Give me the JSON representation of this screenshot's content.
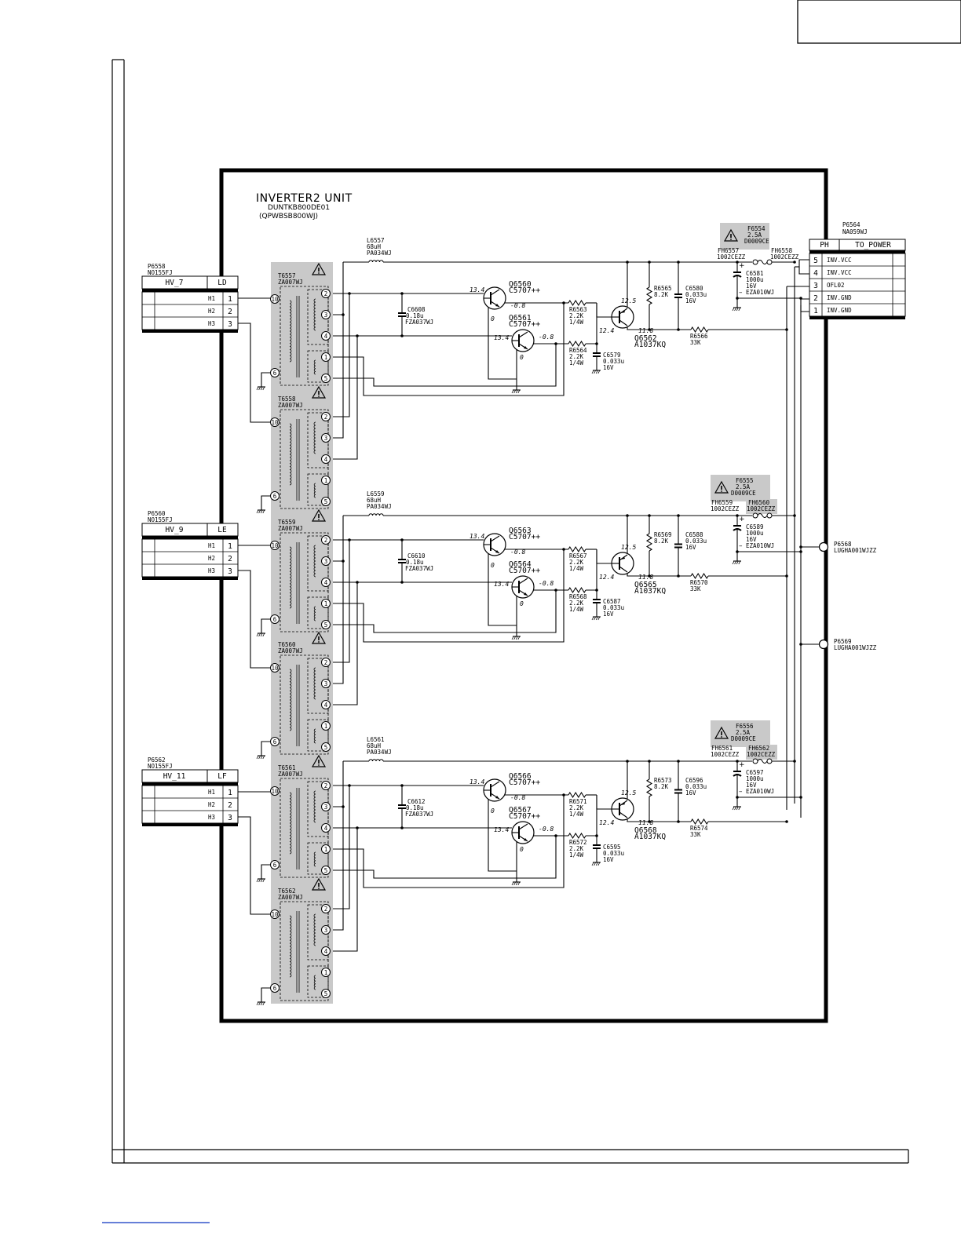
{
  "title": "INVERTER2 UNIT",
  "subtitle1": "DUNTKB800DE01",
  "subtitle2": "(QPWBSB800WJ)",
  "top_connector": {
    "ref": "P6564",
    "part": "NA059WJ",
    "col_a": "PH",
    "col_b": "TO_POWER",
    "pins": [
      {
        "num": "5",
        "label": "INV.VCC"
      },
      {
        "num": "4",
        "label": "INV.VCC"
      },
      {
        "num": "3",
        "label": "OFL02"
      },
      {
        "num": "2",
        "label": "INV.GND"
      },
      {
        "num": "1",
        "label": "INV.GND"
      }
    ]
  },
  "input_connectors": [
    {
      "ref": "P6558",
      "part": "NO155FJ",
      "hv": "HV_7",
      "code": "LD",
      "pins": [
        {
          "name": "H1",
          "num": "1"
        },
        {
          "name": "H2",
          "num": "2"
        },
        {
          "name": "H3",
          "num": "3"
        }
      ]
    },
    {
      "ref": "P6560",
      "part": "NO155FJ",
      "hv": "HV_9",
      "code": "LE",
      "pins": [
        {
          "name": "H1",
          "num": "1"
        },
        {
          "name": "H2",
          "num": "2"
        },
        {
          "name": "H3",
          "num": "3"
        }
      ]
    },
    {
      "ref": "P6562",
      "part": "NO155FJ",
      "hv": "HV_11",
      "code": "LF",
      "pins": [
        {
          "name": "H1",
          "num": "1"
        },
        {
          "name": "H2",
          "num": "2"
        },
        {
          "name": "H3",
          "num": "3"
        }
      ]
    }
  ],
  "transformers": [
    {
      "ref": "T6557",
      "part": "ZA007WJ"
    },
    {
      "ref": "T6558",
      "part": "ZA007WJ"
    },
    {
      "ref": "T6559",
      "part": "ZA007WJ"
    },
    {
      "ref": "T6560",
      "part": "ZA007WJ"
    },
    {
      "ref": "T6561",
      "part": "ZA007WJ"
    },
    {
      "ref": "T6562",
      "part": "ZA007WJ"
    }
  ],
  "transformer_pins": [
    "10",
    "6",
    "2",
    "3",
    "4",
    "1",
    "5"
  ],
  "stages": [
    {
      "inductor": {
        "ref": "L6557",
        "value": "68uH",
        "part": "PA034WJ"
      },
      "cap_main": {
        "ref": "C6608",
        "value": "0.18u",
        "part": "FZA037WJ"
      },
      "q_a": {
        "ref": "Q6560",
        "part": "C5707++",
        "v_in": "13.4",
        "v_out": "-0.8",
        "v_low": "0"
      },
      "q_b": {
        "ref": "Q6561",
        "part": "C5707++",
        "v_in": "13.4",
        "v_out": "-0.8",
        "v_low": "0"
      },
      "r_a": {
        "ref": "R6563",
        "value": "2.2K",
        "rating": "1/4W"
      },
      "r_b": {
        "ref": "R6564",
        "value": "2.2K",
        "rating": "1/4W"
      },
      "cap_small": {
        "ref": "C6579",
        "value": "0.033u",
        "voltage": "16V"
      },
      "q_main": {
        "ref": "Q6562",
        "part": "A1037KQ",
        "v_base": "12.4",
        "v_e": "12.5",
        "v_c": "11.8"
      },
      "r_pull": {
        "ref": "R6565",
        "value": "8.2K"
      },
      "cap_bypass": {
        "ref": "C6580",
        "value": "0.033u",
        "voltage": "16V"
      },
      "r_bias": {
        "ref": "R6566",
        "value": "33K"
      },
      "cap_bulk": {
        "ref": "C6581",
        "value": "1000u",
        "voltage": "16V",
        "part": "EZA010WJ",
        "plus": "+",
        "minus": "–"
      },
      "fuse": {
        "ref": "F6554",
        "rating": "2.5A",
        "part": "D0009CE"
      },
      "fh_left": {
        "ref": "FH6557",
        "part": "1002CEZZ"
      },
      "fh_right": {
        "ref": "FH6558",
        "part": "1002CEZZ"
      }
    },
    {
      "inductor": {
        "ref": "L6559",
        "value": "68uH",
        "part": "PA034WJ"
      },
      "cap_main": {
        "ref": "C6610",
        "value": "0.18u",
        "part": "FZA037WJ"
      },
      "q_a": {
        "ref": "Q6563",
        "part": "C5707++",
        "v_in": "13.4",
        "v_out": "-0.8",
        "v_low": "0"
      },
      "q_b": {
        "ref": "Q6564",
        "part": "C5707++",
        "v_in": "13.4",
        "v_out": "-0.8",
        "v_low": "0"
      },
      "r_a": {
        "ref": "R6567",
        "value": "2.2K",
        "rating": "1/4W"
      },
      "r_b": {
        "ref": "R6568",
        "value": "2.2K",
        "rating": "1/4W"
      },
      "cap_small": {
        "ref": "C6587",
        "value": "0.033u",
        "voltage": "16V"
      },
      "q_main": {
        "ref": "Q6565",
        "part": "A1037KQ",
        "v_base": "12.4",
        "v_e": "12.5",
        "v_c": "11.8"
      },
      "r_pull": {
        "ref": "R6569",
        "value": "8.2K"
      },
      "cap_bypass": {
        "ref": "C6588",
        "value": "0.033u",
        "voltage": "16V"
      },
      "r_bias": {
        "ref": "R6570",
        "value": "33K"
      },
      "cap_bulk": {
        "ref": "C6589",
        "value": "1000u",
        "voltage": "16V",
        "part": "EZA010WJ",
        "plus": "+",
        "minus": "–"
      },
      "fuse": {
        "ref": "F6555",
        "rating": "2.5A",
        "part": "D0009CE"
      },
      "fh_left": {
        "ref": "FH6559",
        "part": "1002CEZZ"
      },
      "fh_right": {
        "ref": "FH6560",
        "part": "1002CEZZ"
      }
    },
    {
      "inductor": {
        "ref": "L6561",
        "value": "68uH",
        "part": "PA034WJ"
      },
      "cap_main": {
        "ref": "C6612",
        "value": "0.18u",
        "part": "FZA037WJ"
      },
      "q_a": {
        "ref": "Q6566",
        "part": "C5707++",
        "v_in": "13.4",
        "v_out": "-0.8",
        "v_low": "0"
      },
      "q_b": {
        "ref": "Q6567",
        "part": "C5707++",
        "v_in": "13.4",
        "v_out": "-0.8",
        "v_low": "0"
      },
      "r_a": {
        "ref": "R6571",
        "value": "2.2K",
        "rating": "1/4W"
      },
      "r_b": {
        "ref": "R6572",
        "value": "2.2K",
        "rating": "1/4W"
      },
      "cap_small": {
        "ref": "C6595",
        "value": "0.033u",
        "voltage": "16V"
      },
      "q_main": {
        "ref": "Q6568",
        "part": "A1037KQ",
        "v_base": "12.4",
        "v_e": "12.5",
        "v_c": "11.8"
      },
      "r_pull": {
        "ref": "R6573",
        "value": "8.2K"
      },
      "cap_bypass": {
        "ref": "C6596",
        "value": "0.033u",
        "voltage": "16V"
      },
      "r_bias": {
        "ref": "R6574",
        "value": "33K"
      },
      "cap_bulk": {
        "ref": "C6597",
        "value": "1000u",
        "voltage": "16V",
        "part": "EZA010WJ",
        "plus": "+",
        "minus": "–"
      },
      "fuse": {
        "ref": "F6556",
        "rating": "2.5A",
        "part": "D0009CE"
      },
      "fh_left": {
        "ref": "FH6561",
        "part": "1002CEZZ"
      },
      "fh_right": {
        "ref": "FH6562",
        "part": "1002CEZZ"
      }
    }
  ],
  "terminals": [
    {
      "ref": "P6568",
      "part": "LUGHA001WJZZ"
    },
    {
      "ref": "P6569",
      "part": "LUGHA001WJZZ"
    }
  ],
  "warning_glyph": "⚠"
}
